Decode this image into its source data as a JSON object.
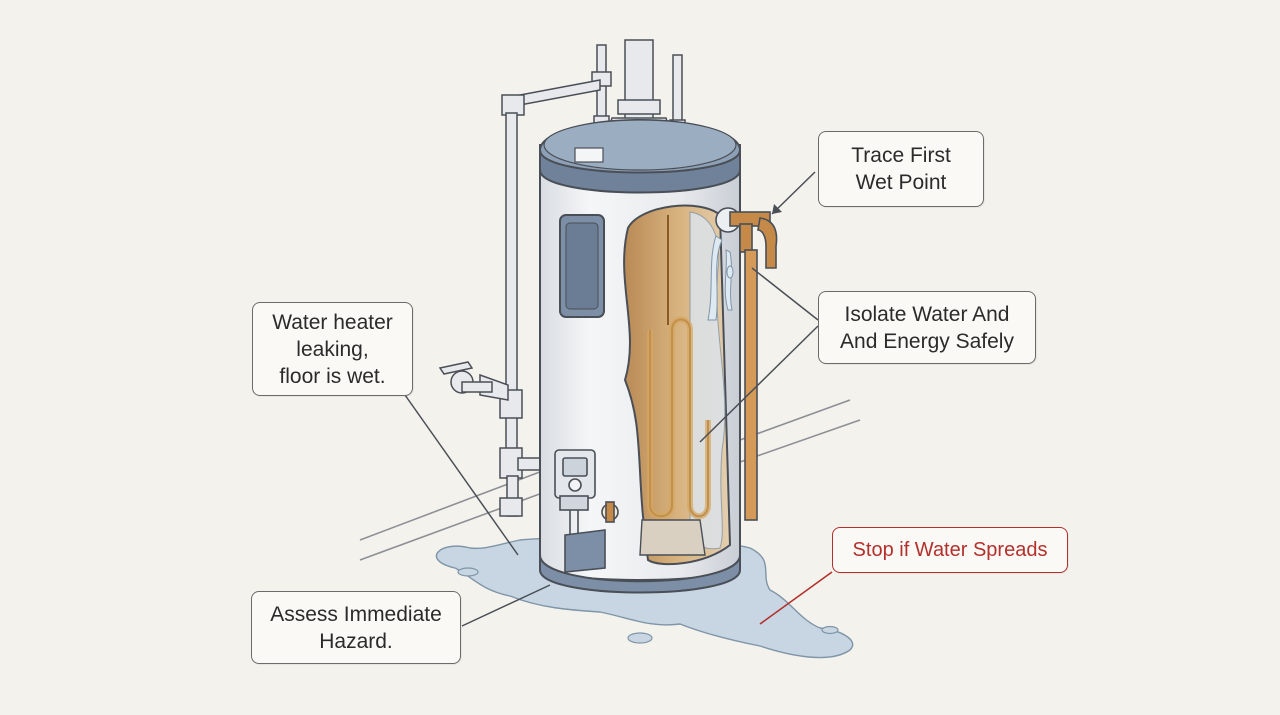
{
  "callouts": {
    "trace": {
      "lines": [
        "Trace First",
        "Wet Point"
      ]
    },
    "isolate": {
      "lines": [
        "Isolate Water And",
        "And Energy Safely"
      ]
    },
    "leak": {
      "lines": [
        "Water heater",
        "leaking,",
        "floor is wet."
      ]
    },
    "stop": {
      "lines": [
        "Stop if Water Spreads"
      ]
    },
    "assess": {
      "lines": [
        "Assess Immediate",
        "Hazard."
      ]
    }
  },
  "colors": {
    "background": "#f4f2ec",
    "tank_body": "#eef0f2",
    "tank_cap": "#7c8fa6",
    "rust": "#c99a5e",
    "copper": "#c68a48",
    "water": "#c7d6e2",
    "outline": "#4a4f57",
    "alert": "#b3302c"
  }
}
